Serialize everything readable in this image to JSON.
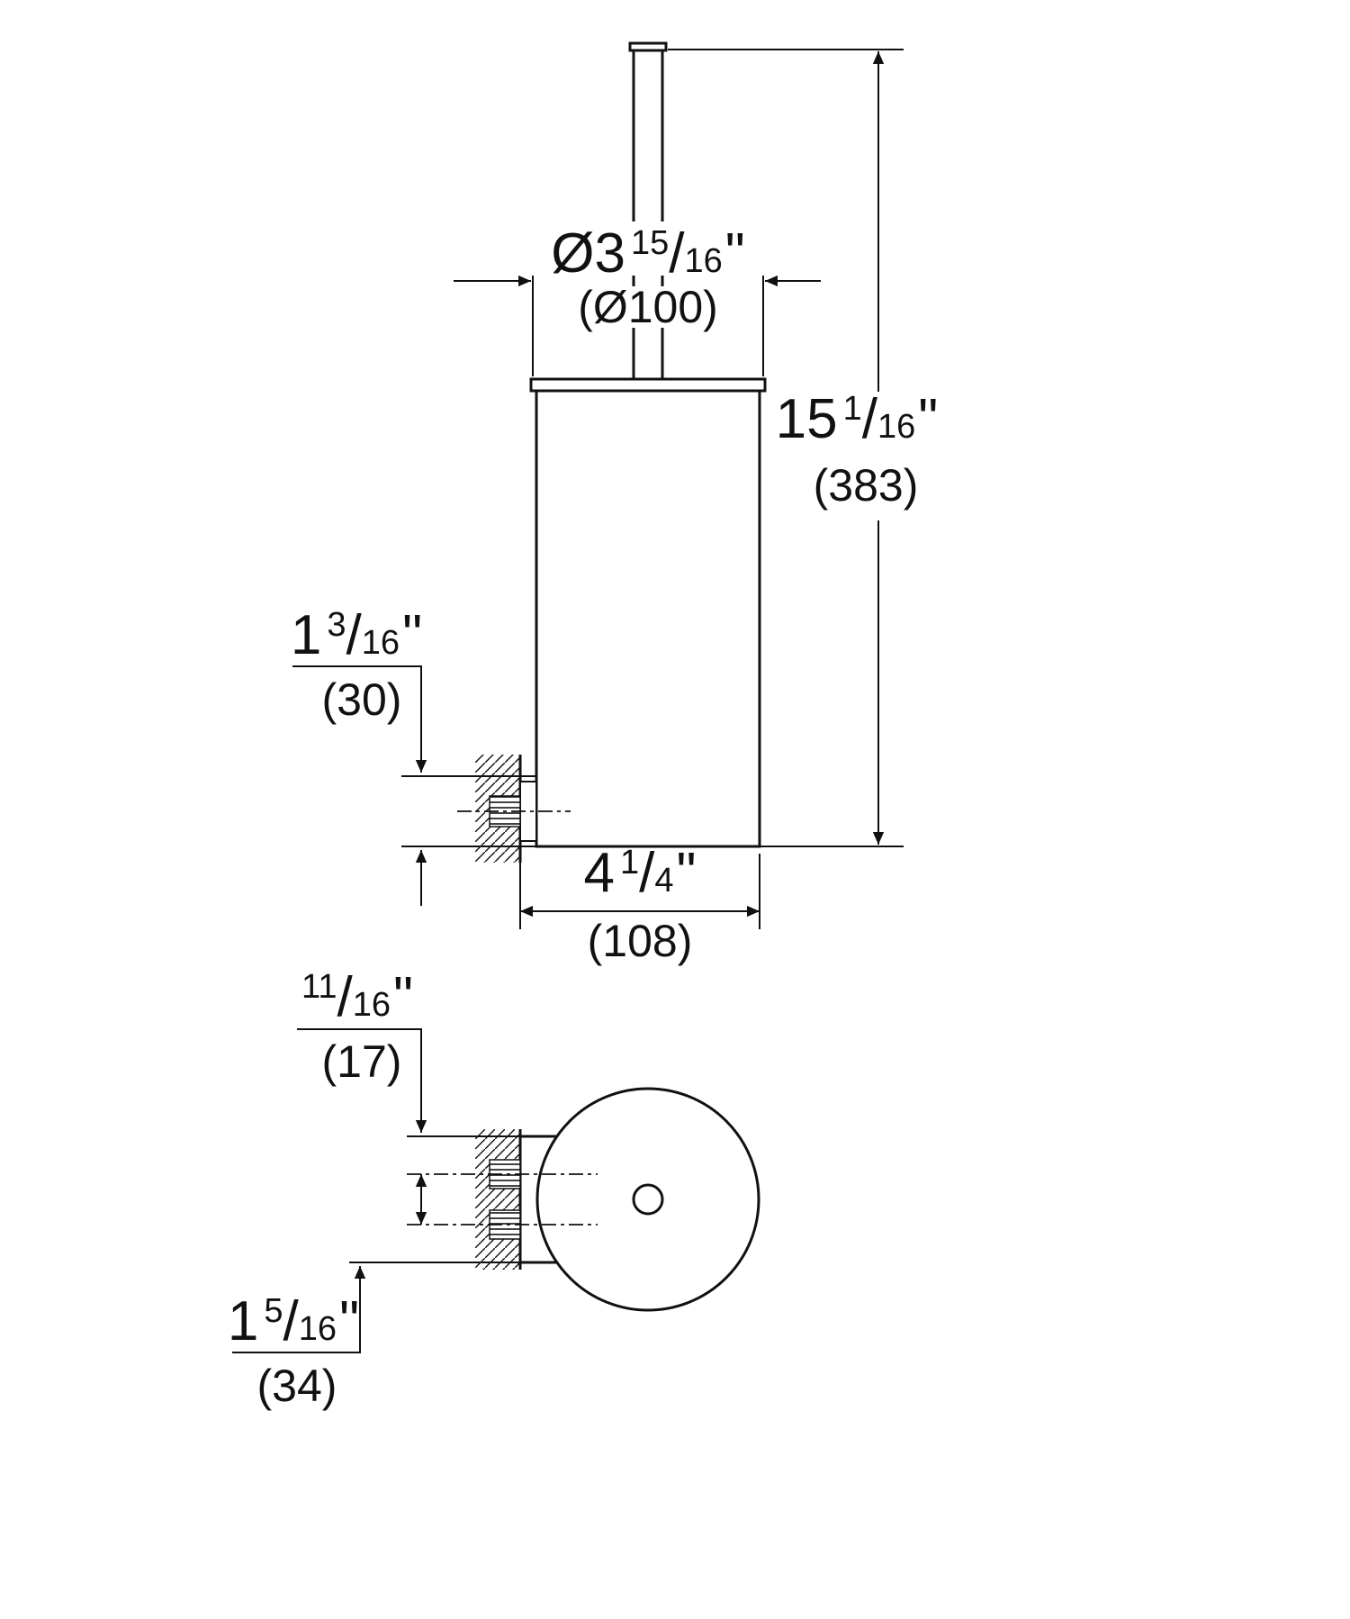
{
  "slash": "/",
  "dims": {
    "diameter": {
      "whole": "Ø3",
      "num": "15",
      "den": "16",
      "inch": "\"",
      "metric": "(Ø100)"
    },
    "height": {
      "whole": "15",
      "num": "1",
      "den": "16",
      "inch": "\"",
      "metric": "(383)"
    },
    "wall_offset": {
      "whole": "1",
      "num": "3",
      "den": "16",
      "inch": "\"",
      "metric": "(30)"
    },
    "depth": {
      "whole": "4",
      "num": "1",
      "den": "4",
      "inch": "\"",
      "metric": "(108)"
    },
    "plan_top": {
      "whole": "",
      "num": "11",
      "den": "16",
      "inch": "\"",
      "metric": "(17)"
    },
    "plan_bottom": {
      "whole": "1",
      "num": "5",
      "den": "16",
      "inch": "\"",
      "metric": "(34)"
    }
  },
  "colors": {
    "line": "#111111",
    "background": "#ffffff"
  }
}
